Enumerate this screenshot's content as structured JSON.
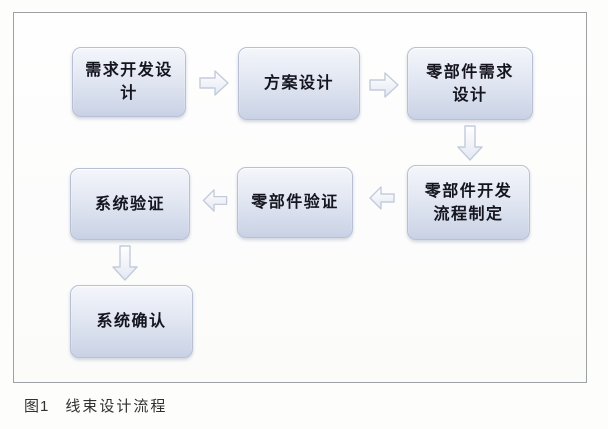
{
  "figure": {
    "caption_label": "图1",
    "caption_title": "线束设计流程"
  },
  "flowchart": {
    "nodes": [
      {
        "id": "requirement-development-design",
        "label": "需求开发设\n计"
      },
      {
        "id": "scheme-design",
        "label": "方案设计"
      },
      {
        "id": "component-requirement-design",
        "label": "零部件需求\n设计"
      },
      {
        "id": "component-development-process",
        "label": "零部件开发\n流程制定"
      },
      {
        "id": "component-verification",
        "label": "零部件验证"
      },
      {
        "id": "system-verification",
        "label": "系统验证"
      },
      {
        "id": "system-confirmation",
        "label": "系统确认"
      }
    ],
    "connections": [
      {
        "from": "requirement-development-design",
        "to": "scheme-design",
        "direction": "right"
      },
      {
        "from": "scheme-design",
        "to": "component-requirement-design",
        "direction": "right"
      },
      {
        "from": "component-requirement-design",
        "to": "component-development-process",
        "direction": "down"
      },
      {
        "from": "component-development-process",
        "to": "component-verification",
        "direction": "left"
      },
      {
        "from": "component-verification",
        "to": "system-verification",
        "direction": "left"
      },
      {
        "from": "system-verification",
        "to": "system-confirmation",
        "direction": "down"
      }
    ]
  },
  "colors": {
    "node_fill_top": "#f4f6fb",
    "node_fill_bottom": "#c9d2e5",
    "node_border": "#b7c0d5",
    "node_text": "#15151f",
    "arrow_fill_top": "#ffffff",
    "arrow_fill_bottom": "#e3e8f2",
    "arrow_stroke": "#c3cbdb",
    "frame_border": "#9da1a3",
    "caption_text_color": "#303030"
  }
}
